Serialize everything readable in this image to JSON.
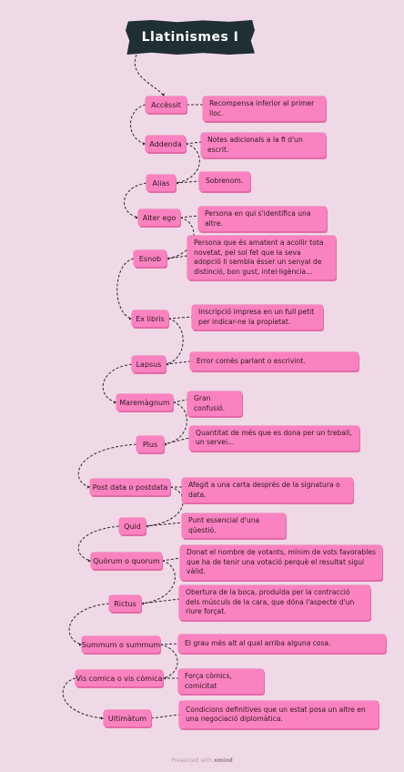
{
  "title": "Llatinismes I",
  "footer": {
    "prefix": "Presented with",
    "brand": "xmind"
  },
  "items": [
    {
      "term": "Accèssit",
      "definition": "Recompensa inferior al primer lloc."
    },
    {
      "term": "Addenda",
      "definition": "Notes adicionals a la fi d'un escrit."
    },
    {
      "term": "Alias",
      "definition": "Sobrenom."
    },
    {
      "term": "Alter ego",
      "definition": "Persona en qui s'identifica una altre."
    },
    {
      "term": "Esnob",
      "definition": "Persona que és amatent a acollir tota novetat, pel sol fet que la seva adopció li sembla ésser un senyal de distinció, bon gust, intel·ligència..."
    },
    {
      "term": "Ex libris",
      "definition": "Inscripció impresa en un full petit per indicar-ne la propietat."
    },
    {
      "term": "Lapsus",
      "definition": "Error comès parlant o escrivint."
    },
    {
      "term": "Maremàgnum",
      "definition": "Gran confusió."
    },
    {
      "term": "Plus",
      "definition": "Quantitat de més que es dona per un treball, un servei..."
    },
    {
      "term": "Post data o postdata",
      "definition": "Afegit a una carta després de la signatura o data."
    },
    {
      "term": "Quid",
      "definition": "Punt essencial d'una qüestió."
    },
    {
      "term": "Quòrum o quorum",
      "definition": "Donat el nombre de votants, mínim de vots favorables que ha de tenir una votació perquè el resultat sigui vàlid."
    },
    {
      "term": "Rictus",
      "definition": "Obertura de la boca, produïda per la contracció dels músculs de la cara, que dóna l'aspecte d'un riure forçat."
    },
    {
      "term": "Summum o summum",
      "definition": "El grau més alt al qual arriba alguna cosa."
    },
    {
      "term": "Vis comica o vis còmica",
      "definition": "Força còmics, comicitat"
    },
    {
      "term": "Ultimàtum",
      "definition": "Condicions definitives que un estat posa un altre en una negociació diplomàtica."
    }
  ]
}
